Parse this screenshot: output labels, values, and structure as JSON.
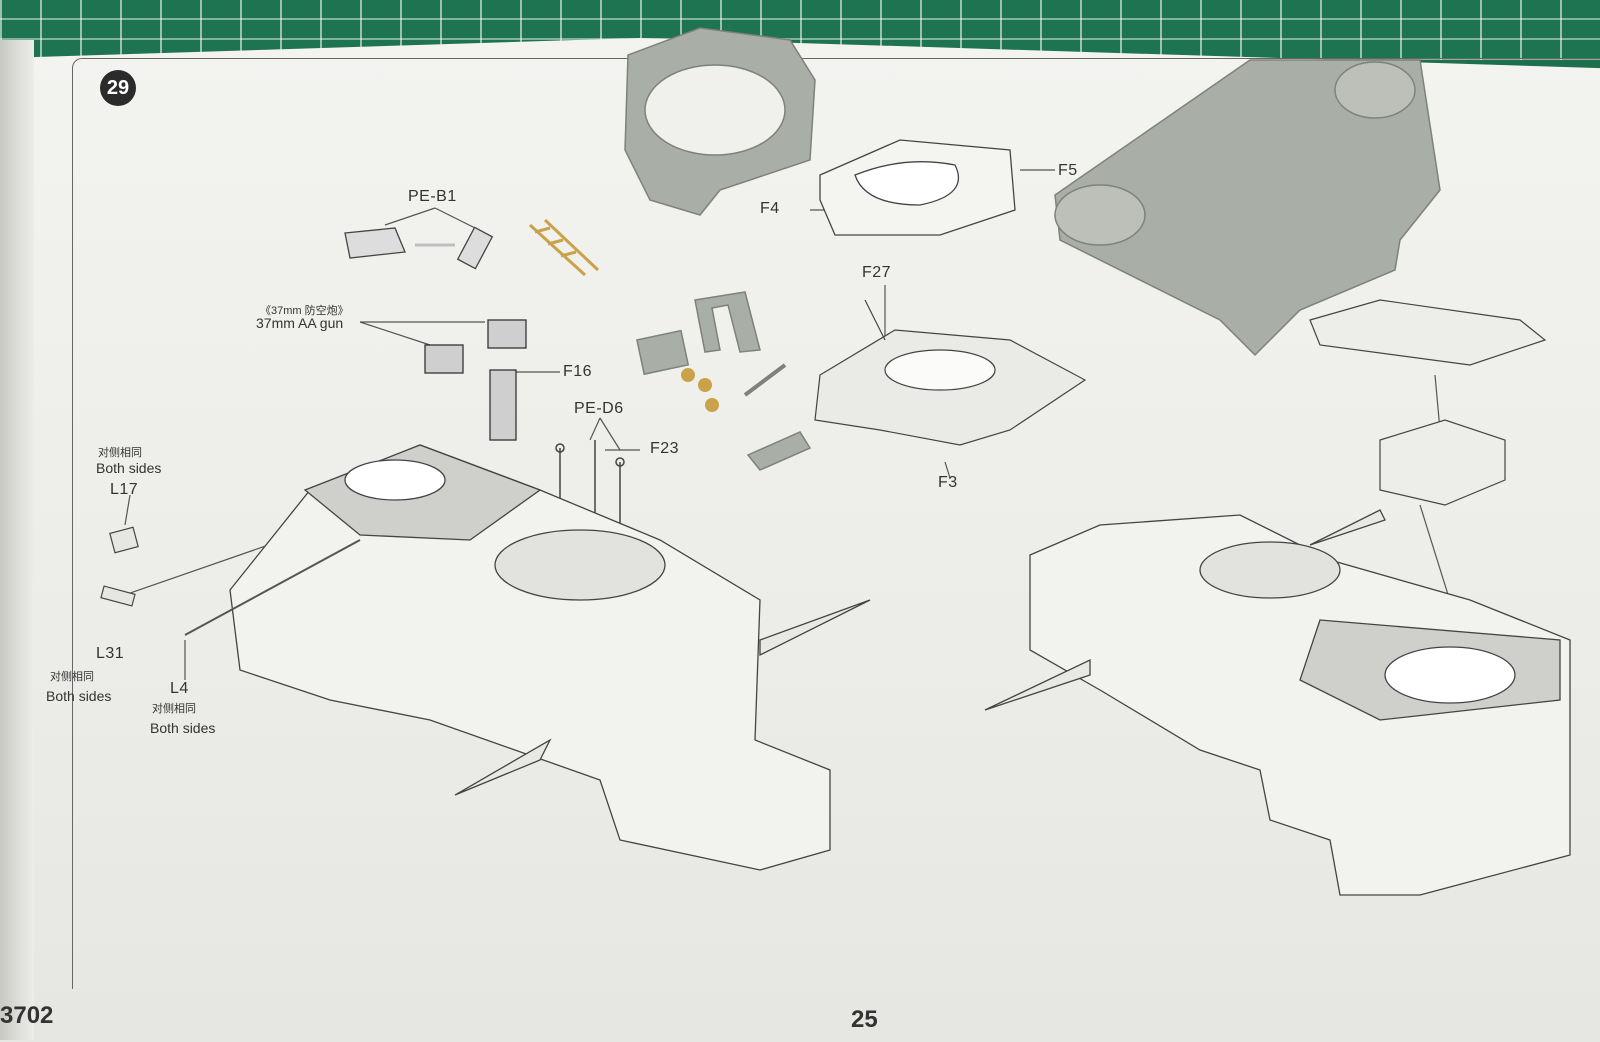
{
  "step": {
    "number": "29"
  },
  "labels": {
    "pe_b1": "PE-B1",
    "aa_gun_cn": "《37mm 防空炮》",
    "aa_gun_en": "37mm AA gun",
    "f16": "F16",
    "pe_d6": "PE-D6",
    "f23": "F23",
    "f4": "F4",
    "f5": "F5",
    "f27": "F27",
    "f3": "F3",
    "both_cn_1": "对侧相同",
    "both_en_1": "Both sides",
    "l17": "L17",
    "l31": "L31",
    "both_cn_2": "对侧相同",
    "both_en_2": "Both sides",
    "l4": "L4",
    "both_cn_3": "对侧相同",
    "both_en_3": "Both sides"
  },
  "footer": {
    "kit_code": "3702",
    "page_number": "25"
  },
  "colors": {
    "plastic_grey": "#a9aea6",
    "brass": "#c9a24a",
    "mat_green": "#1e7350",
    "line": "#555555"
  }
}
